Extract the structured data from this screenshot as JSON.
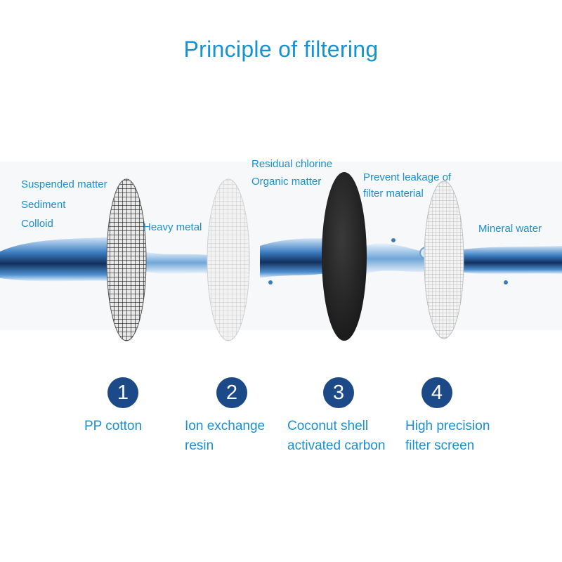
{
  "title": "Principle of filtering",
  "labels": {
    "stage1": [
      "Suspended matter",
      "Sediment",
      "Colloid"
    ],
    "stage2": [
      "Heavy metal"
    ],
    "stage3": [
      "Residual chlorine",
      "Organic matter"
    ],
    "stage4": [
      "Prevent leakage of",
      "filter material"
    ],
    "output": [
      "Mineral water"
    ]
  },
  "stages": [
    {
      "number": "1",
      "name_lines": [
        "PP cotton"
      ]
    },
    {
      "number": "2",
      "name_lines": [
        "Ion exchange",
        "resin"
      ]
    },
    {
      "number": "3",
      "name_lines": [
        "Coconut shell",
        "activated carbon"
      ]
    },
    {
      "number": "4",
      "name_lines": [
        "High precision",
        "filter screen"
      ]
    }
  ],
  "colors": {
    "accent": "#1591d4",
    "badge": "#1c4a88",
    "water": "#2a6aa8"
  }
}
